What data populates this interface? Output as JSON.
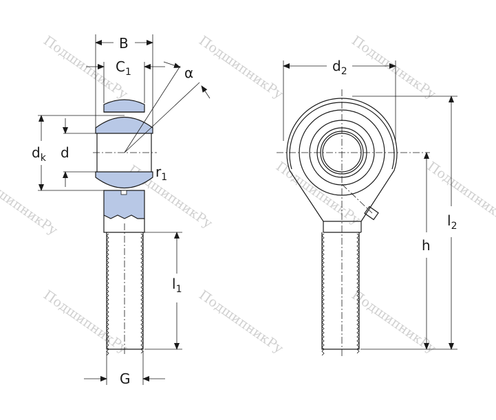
{
  "watermark": "ПодшипникРу",
  "labels": {
    "B": "B",
    "C1": {
      "base": "C",
      "sub": "1"
    },
    "alpha": "α",
    "dk": {
      "base": "d",
      "sub": "k"
    },
    "d": "d",
    "r1": {
      "base": "r",
      "sub": "1"
    },
    "l1": {
      "base": "l",
      "sub": "1"
    },
    "G": "G",
    "d2": {
      "base": "d",
      "sub": "2"
    },
    "h": "h",
    "l2": {
      "base": "l",
      "sub": "2"
    }
  },
  "colors": {
    "part_fill": "#b8c8e6",
    "line": "#1a1a1a",
    "watermark": "#d0d0d0"
  }
}
